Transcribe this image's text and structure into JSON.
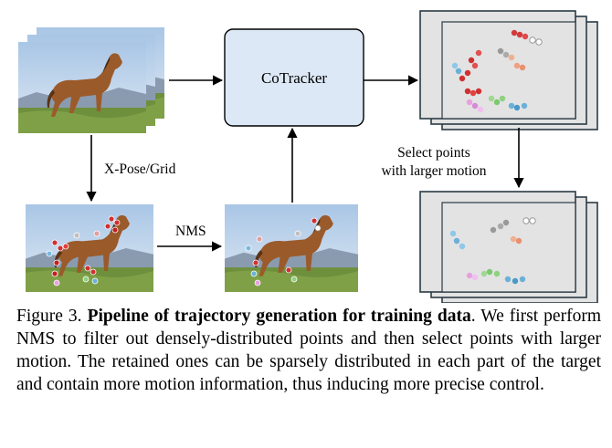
{
  "nodes": {
    "tracker": "CoTracker",
    "pose_label": "X-Pose/Grid",
    "nms_label": "NMS",
    "select_line1": "Select points",
    "select_line2": "with larger motion"
  },
  "colors": {
    "tracker_fill": "#dce8f5",
    "frame_bg": "#e3e3e3",
    "sky": "#b9d3ec",
    "horse": "#9b5a2a",
    "grass": "#6e8f3c"
  },
  "caption": {
    "figure_label": "Figure 3.",
    "bold_title": "Pipeline of trajectory generation for training data",
    "title_end": ".",
    "body": "We first perform NMS to filter out densely-distributed points and then select points with larger motion. The retained ones can be sparsely distributed in each part of the target and contain more motion information, thus inducing more precise control."
  }
}
